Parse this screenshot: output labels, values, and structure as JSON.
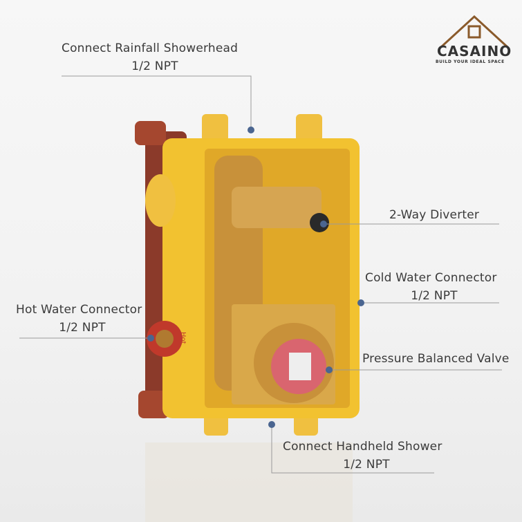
{
  "brand": {
    "name": "CASAINO",
    "tagline": "BUILD YOUR IDEAL SPACE"
  },
  "callouts": [
    {
      "id": "rainfall",
      "line1": "Connect Rainfall Showerhead",
      "line2": "1/2 NPT"
    },
    {
      "id": "diverter",
      "line1": "2-Way Diverter"
    },
    {
      "id": "cold",
      "line1": "Cold Water Connector",
      "line2": "1/2 NPT"
    },
    {
      "id": "hot",
      "line1": "Hot Water Connector",
      "line2": "1/2 NPT"
    },
    {
      "id": "pressure",
      "line1": "Pressure Balanced Valve"
    },
    {
      "id": "handheld",
      "line1": "Connect Handheld Shower",
      "line2": "1/2 NPT"
    }
  ],
  "product_label": "Hot",
  "colors": {
    "dot": "#4a6590",
    "line": "#9a9a9a",
    "housing": "#f2c230",
    "brass": "#c8913a"
  }
}
